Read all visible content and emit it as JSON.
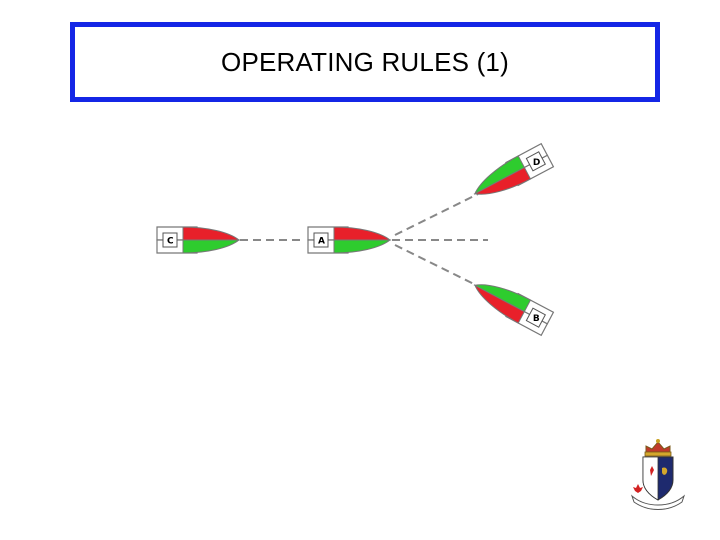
{
  "slide": {
    "title": "OPERATING RULES (1)"
  },
  "diagram": {
    "boats": [
      {
        "id": "A",
        "label": "A"
      },
      {
        "id": "B",
        "label": "B"
      },
      {
        "id": "C",
        "label": "C"
      },
      {
        "id": "D",
        "label": "D"
      }
    ],
    "colors": {
      "port": "#e8202a",
      "starboard": "#2ecc2e",
      "hull": "#ffffff",
      "outline": "#777777",
      "course_line": "#888888",
      "title_border": "#1426e6"
    }
  },
  "logo": {
    "icon": "crest-emblem-icon"
  }
}
